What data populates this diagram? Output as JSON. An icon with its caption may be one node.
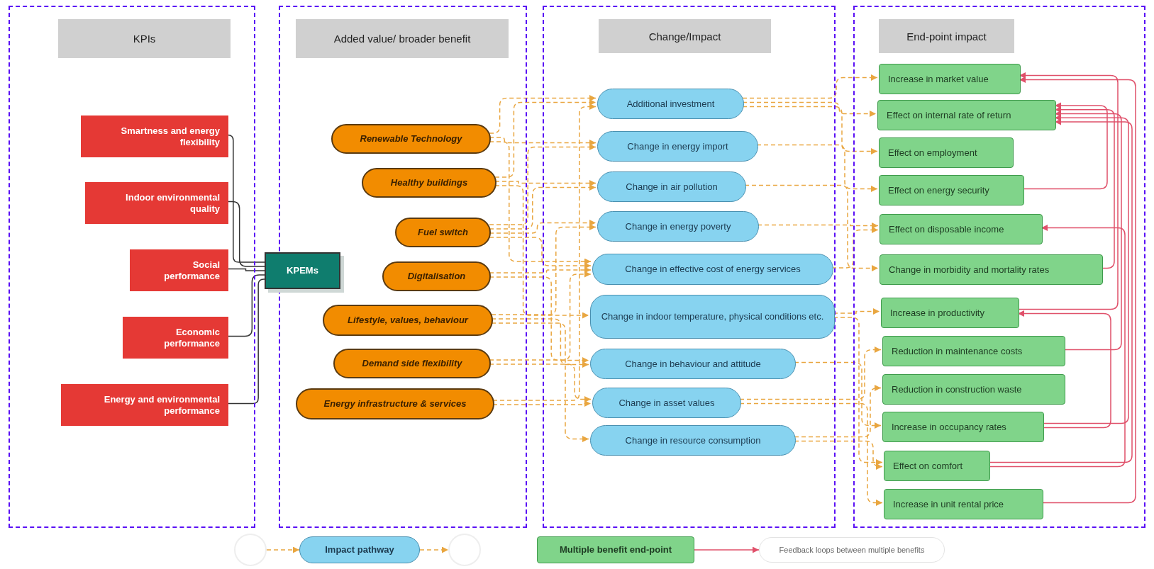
{
  "diagram": {
    "nodes": [
      {
        "text": [
          "KPIs"
        ]
      },
      {
        "text": [
          "Smartness and energy flexibility"
        ],
        "in": 0
      },
      {
        "text": [
          "Indoor environmental quality"
        ],
        "in": 0
      },
      {
        "text": [
          "Social performance"
        ],
        "in": 0
      },
      {
        "text": [
          "Economic performance"
        ],
        "in": 0
      },
      {
        "text": [
          "Energy and environmental performance"
        ],
        "in": 0
      },
      {
        "text": [
          "KPEMs"
        ]
      },
      {
        "text": [
          "Added value/ broader benefit"
        ]
      },
      {
        "text": [
          "Renewable Technology"
        ],
        "in": 7
      },
      {
        "text": [
          "Healthy buildings"
        ],
        "in": 7
      },
      {
        "text": [
          "Fuel switch"
        ],
        "in": 7
      },
      {
        "text": [
          "Digitalisation"
        ],
        "in": 7
      },
      {
        "text": [
          "Lifestyle, values, behaviour"
        ],
        "in": 7
      },
      {
        "text": [
          "Demand side flexibility"
        ],
        "in": 7
      },
      {
        "text": [
          "Energy infrastructure & services"
        ],
        "in": 7
      },
      {
        "text": [
          "Change/Impact"
        ]
      },
      {
        "text": [
          "Additional investment"
        ],
        "in": 15
      },
      {
        "text": [
          "Change in energy import"
        ],
        "in": 15
      },
      {
        "text": [
          "Change in air pollution"
        ],
        "in": 15
      },
      {
        "text": [
          "Change in energy poverty"
        ],
        "in": 15
      },
      {
        "text": [
          "Change in effective cost of energy services"
        ],
        "in": 15
      },
      {
        "text": [
          "Change in indoor temperature, physical conditions etc."
        ],
        "in": 15
      },
      {
        "text": [
          "Change in behaviour and attitude"
        ],
        "in": 15
      },
      {
        "text": [
          "Change in asset values"
        ],
        "in": 15
      },
      {
        "text": [
          "Change in resource consumption"
        ],
        "in": 15
      },
      {
        "text": [
          "End-point impact"
        ]
      },
      {
        "text": [
          "Increase in market value"
        ],
        "in": 25
      },
      {
        "text": [
          "Effect on internal rate of return"
        ],
        "in": 25
      },
      {
        "text": [
          "Effect on employment"
        ],
        "in": 25
      },
      {
        "text": [
          "Effect on energy security"
        ],
        "in": 25
      },
      {
        "text": [
          "Effect on disposable income"
        ],
        "in": 25
      },
      {
        "text": [
          "Change in morbidity and mortality rates"
        ],
        "in": 25
      },
      {
        "text": [
          "Increase in productivity"
        ],
        "in": 25
      },
      {
        "text": [
          "Reduction in maintenance costs"
        ],
        "in": 25
      },
      {
        "text": [
          "Reduction in construction waste"
        ],
        "in": 25
      },
      {
        "text": [
          "Increase in occupancy rates"
        ],
        "in": 25
      },
      {
        "text": [
          "Effect on comfort"
        ],
        "in": 25
      },
      {
        "text": [
          "Increase in unit rental price"
        ],
        "in": 25
      },
      {
        "text": [],
        "shape": "circle"
      },
      {
        "text": [
          "Impact pathway"
        ]
      },
      {
        "text": [],
        "shape": "circle"
      },
      {
        "text": [
          "Multiple benefit end-point"
        ]
      },
      {
        "text": [
          "Feedback loops between multiple benefits"
        ]
      }
    ],
    "edges": [
      {
        "from": 1,
        "to": 6,
        "arrow": "none",
        "color": "#333333"
      },
      {
        "from": 2,
        "to": 6,
        "arrow": "none",
        "color": "#333333"
      },
      {
        "from": 3,
        "to": 6,
        "arrow": "none",
        "color": "#333333"
      },
      {
        "from": 4,
        "to": 6,
        "arrow": "none",
        "color": "#333333"
      },
      {
        "from": 5,
        "to": 6,
        "arrow": "none",
        "color": "#333333"
      },
      {
        "from": 8,
        "to": 16,
        "arrow": "to",
        "style": "dashed"
      },
      {
        "from": 8,
        "to": 17,
        "arrow": "to",
        "style": "dashed"
      },
      {
        "from": 8,
        "to": 20,
        "arrow": "to",
        "style": "dashed"
      },
      {
        "from": 9,
        "to": 16,
        "arrow": "to",
        "style": "dashed"
      },
      {
        "from": 9,
        "to": 18,
        "arrow": "to",
        "style": "dashed"
      },
      {
        "from": 9,
        "to": 21,
        "arrow": "to",
        "style": "dashed"
      },
      {
        "from": 10,
        "to": 17,
        "arrow": "to",
        "style": "dashed"
      },
      {
        "from": 10,
        "to": 18,
        "arrow": "to",
        "style": "dashed"
      },
      {
        "from": 10,
        "to": 19,
        "arrow": "to",
        "style": "dashed"
      },
      {
        "from": 10,
        "to": 20,
        "arrow": "to",
        "style": "dashed"
      },
      {
        "from": 11,
        "to": 20,
        "arrow": "to",
        "style": "dashed"
      },
      {
        "from": 11,
        "to": 22,
        "arrow": "to",
        "style": "dashed"
      },
      {
        "from": 12,
        "to": 19,
        "arrow": "to",
        "style": "dashed"
      },
      {
        "from": 12,
        "to": 22,
        "arrow": "to",
        "style": "dashed"
      },
      {
        "from": 12,
        "to": 24,
        "arrow": "to",
        "style": "dashed"
      },
      {
        "from": 13,
        "to": 20,
        "arrow": "to",
        "style": "dashed"
      },
      {
        "from": 13,
        "to": 23,
        "arrow": "to",
        "style": "dashed"
      },
      {
        "from": 14,
        "to": 16,
        "arrow": "to",
        "style": "dashed"
      },
      {
        "from": 14,
        "to": 23,
        "arrow": "to",
        "style": "dashed"
      },
      {
        "from": 16,
        "to": 26,
        "arrow": "to",
        "style": "dashed"
      },
      {
        "from": 16,
        "to": 27,
        "arrow": "to",
        "style": "dashed"
      },
      {
        "from": 16,
        "to": 28,
        "arrow": "to",
        "style": "dashed"
      },
      {
        "from": 17,
        "to": 29,
        "arrow": "to",
        "style": "dashed"
      },
      {
        "from": 18,
        "to": 31,
        "arrow": "to",
        "style": "dashed"
      },
      {
        "from": 19,
        "to": 30,
        "arrow": "to",
        "style": "dashed"
      },
      {
        "from": 20,
        "to": 30,
        "arrow": "to",
        "style": "dashed"
      },
      {
        "from": 21,
        "to": 32,
        "arrow": "to",
        "style": "dashed"
      },
      {
        "from": 21,
        "to": 36,
        "arrow": "to",
        "style": "dashed"
      },
      {
        "from": 22,
        "to": 35,
        "arrow": "to",
        "style": "dashed"
      },
      {
        "from": 23,
        "to": 33,
        "arrow": "to",
        "style": "dashed"
      },
      {
        "from": 23,
        "to": 37,
        "arrow": "to",
        "style": "dashed"
      },
      {
        "from": 24,
        "to": 34,
        "arrow": "to",
        "style": "dashed"
      },
      {
        "from": 24,
        "to": 36,
        "arrow": "to",
        "style": "dashed"
      },
      {
        "from": 29,
        "to": 27,
        "arrow": "to",
        "color": "#e0506a"
      },
      {
        "from": 32,
        "to": 26,
        "arrow": "to",
        "color": "#e0506a"
      },
      {
        "from": 33,
        "to": 27,
        "arrow": "to",
        "color": "#e0506a"
      },
      {
        "from": 35,
        "to": 27,
        "arrow": "to",
        "color": "#e0506a"
      },
      {
        "from": 35,
        "to": 32,
        "arrow": "to",
        "color": "#e0506a"
      },
      {
        "from": 36,
        "to": 27,
        "arrow": "to",
        "color": "#e0506a"
      },
      {
        "from": 36,
        "to": 30,
        "arrow": "to",
        "color": "#e0506a"
      },
      {
        "from": 31,
        "to": 27,
        "arrow": "to",
        "color": "#e0506a"
      },
      {
        "from": 37,
        "to": 26,
        "arrow": "to",
        "color": "#e0506a"
      },
      {
        "from": 38,
        "to": 39,
        "arrow": "to",
        "style": "dashed"
      },
      {
        "from": 39,
        "to": 40,
        "arrow": "to",
        "style": "dashed"
      },
      {
        "from": 41,
        "to": 42,
        "arrow": "to",
        "color": "#e0506a"
      }
    ]
  }
}
